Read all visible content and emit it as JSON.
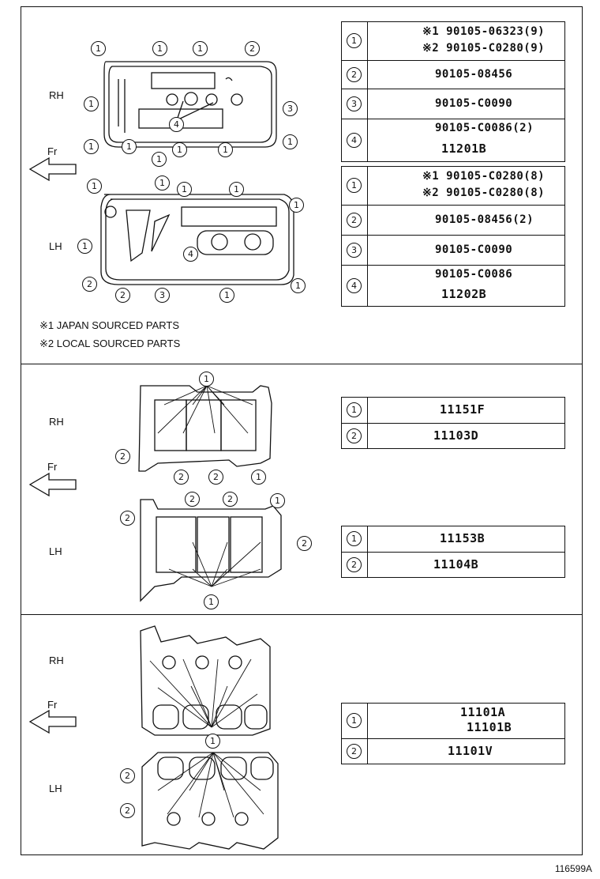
{
  "sections": {
    "top": {
      "rh": "RH",
      "lh": "LH",
      "fr": "Fr",
      "notes": [
        "※1 JAPAN SOURCED PARTS",
        "※2 LOCAL SOURCED PARTS"
      ],
      "rh_table": [
        {
          "num": "1",
          "lines": [
            "※1 90105-06323(9)",
            "※2 90105-C0280(9)"
          ]
        },
        {
          "num": "2",
          "lines": [
            "90105-08456"
          ]
        },
        {
          "num": "3",
          "lines": [
            "90105-C0090"
          ]
        },
        {
          "num": "4",
          "lines": [
            "90105-C0086(2)",
            "11201B"
          ]
        }
      ],
      "lh_table": [
        {
          "num": "1",
          "lines": [
            "※1 90105-C0280(8)",
            "※2 90105-C0280(8)"
          ]
        },
        {
          "num": "2",
          "lines": [
            "90105-08456(2)"
          ]
        },
        {
          "num": "3",
          "lines": [
            "90105-C0090"
          ]
        },
        {
          "num": "4",
          "lines": [
            "90105-C0086",
            "11202B"
          ]
        }
      ]
    },
    "middle": {
      "rh": "RH",
      "lh": "LH",
      "fr": "Fr",
      "rh_table": [
        {
          "num": "1",
          "lines": [
            "11151F"
          ]
        },
        {
          "num": "2",
          "lines": [
            "11103D"
          ]
        }
      ],
      "lh_table": [
        {
          "num": "1",
          "lines": [
            "11153B"
          ]
        },
        {
          "num": "2",
          "lines": [
            "11104B"
          ]
        }
      ]
    },
    "bottom": {
      "rh": "RH",
      "lh": "LH",
      "fr": "Fr",
      "table": [
        {
          "num": "1",
          "lines": [
            "11101A",
            "11101B"
          ]
        },
        {
          "num": "2",
          "lines": [
            "11101V"
          ]
        }
      ]
    }
  },
  "callout_numbers": [
    "1",
    "2",
    "3",
    "4"
  ],
  "illustration_code": "116599A"
}
